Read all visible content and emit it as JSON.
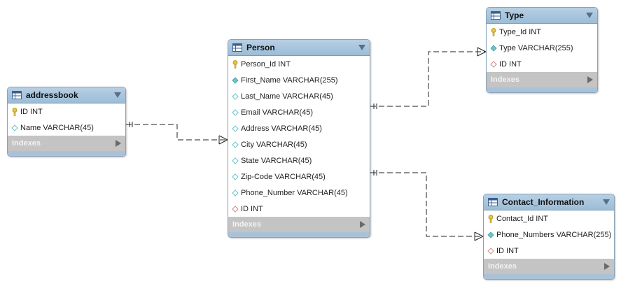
{
  "colors": {
    "header": "#9cbcd6",
    "border": "#8aa2b8",
    "indexes_bar": "#c4c4c4",
    "pk_key": "#e8c540",
    "attr_diamond": "#6cc4cc",
    "fk_diamond": "#d08a8a",
    "connector": "#222222"
  },
  "entities": {
    "addressbook": {
      "title": "addressbook",
      "columns": [
        {
          "icon": "primary-key-icon",
          "text": "ID INT"
        },
        {
          "icon": "attribute-diamond-icon",
          "text": "Name VARCHAR(45)"
        }
      ],
      "indexes_label": "Indexes"
    },
    "person": {
      "title": "Person",
      "columns": [
        {
          "icon": "primary-key-icon",
          "text": "Person_Id INT"
        },
        {
          "icon": "filled-diamond-icon",
          "text": "First_Name VARCHAR(255)"
        },
        {
          "icon": "attribute-diamond-icon",
          "text": "Last_Name VARCHAR(45)"
        },
        {
          "icon": "attribute-diamond-icon",
          "text": "Email VARCHAR(45)"
        },
        {
          "icon": "attribute-diamond-icon",
          "text": "Address VARCHAR(45)"
        },
        {
          "icon": "attribute-diamond-icon",
          "text": "City VARCHAR(45)"
        },
        {
          "icon": "attribute-diamond-icon",
          "text": "State VARCHAR(45)"
        },
        {
          "icon": "attribute-diamond-icon",
          "text": "Zip-Code VARCHAR(45)"
        },
        {
          "icon": "attribute-diamond-icon",
          "text": "Phone_Number VARCHAR(45)"
        },
        {
          "icon": "foreign-key-diamond-icon",
          "text": "ID INT"
        }
      ],
      "indexes_label": "Indexes"
    },
    "type": {
      "title": "Type",
      "columns": [
        {
          "icon": "primary-key-icon",
          "text": "Type_Id INT"
        },
        {
          "icon": "filled-diamond-icon",
          "text": "Type VARCHAR(255)"
        },
        {
          "icon": "foreign-key-diamond-icon",
          "text": "ID INT"
        }
      ],
      "indexes_label": "Indexes"
    },
    "contact_information": {
      "title": "Contact_Information",
      "columns": [
        {
          "icon": "primary-key-icon",
          "text": "Contact_Id INT"
        },
        {
          "icon": "filled-diamond-icon",
          "text": "Phone_Numbers VARCHAR(255)"
        },
        {
          "icon": "foreign-key-diamond-icon",
          "text": "ID INT"
        }
      ],
      "indexes_label": "Indexes"
    }
  },
  "relationships": [
    {
      "from": "addressbook",
      "to": "person",
      "from_end": "one",
      "to_end": "many"
    },
    {
      "from": "person",
      "to": "type",
      "from_end": "one",
      "to_end": "many"
    },
    {
      "from": "person",
      "to": "contact_information",
      "from_end": "one",
      "to_end": "many"
    }
  ]
}
